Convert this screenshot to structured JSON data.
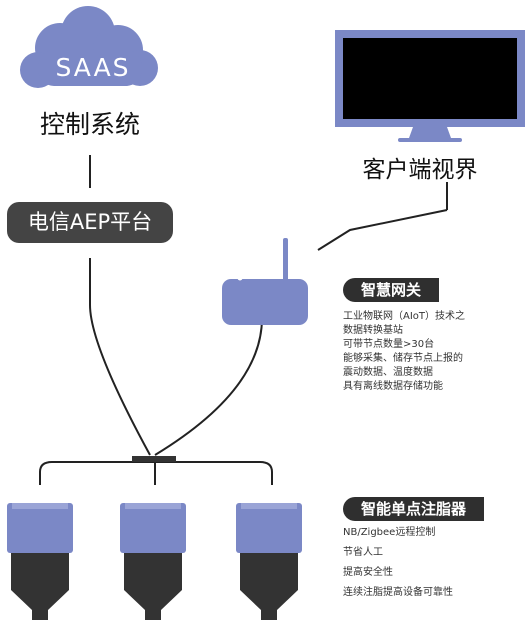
{
  "cloud": {
    "label": "SAAS",
    "caption": "控制系统"
  },
  "platform": {
    "label": "电信AEP平台"
  },
  "client": {
    "label": "客户端视界"
  },
  "gateway": {
    "title": "智慧网关",
    "lines": [
      "工业物联网（AIoT）技术之",
      "数据转换基站",
      "可带节点数量>30台",
      "能够采集、储存节点上报的",
      "震动数据、温度数据",
      "具有离线数据存储功能"
    ]
  },
  "injector": {
    "title": "智能单点注脂器",
    "features": [
      "NB/Zigbee远程控制",
      "节省人工",
      "提高安全性",
      "连续注脂提高设备可靠性"
    ]
  },
  "colors": {
    "accent": "#7b88c6",
    "dark": "#2f2f2f",
    "injector_body": "#333333"
  }
}
